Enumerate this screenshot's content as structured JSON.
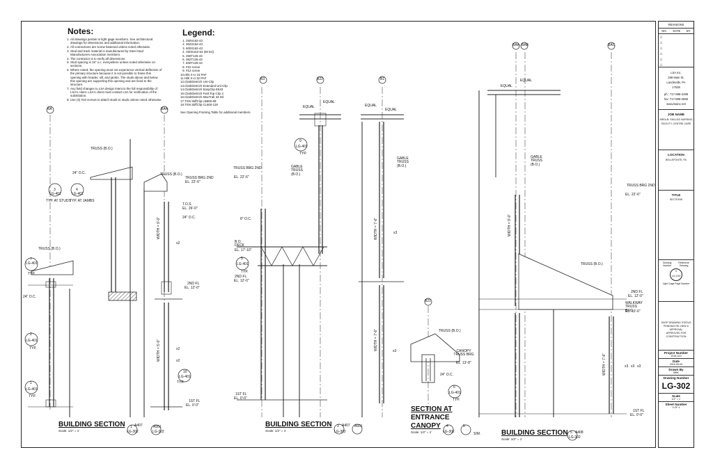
{
  "notes": {
    "heading": "Notes:",
    "items": [
      "All drawings pertain to light gage members. See architectural drawings for dimensions and additional information.",
      "All connections are screw fastened unless noted otherwise.",
      "Stud and track material is manufactured by Steel Stud Manufacturers Association members.",
      "The contractor is to verify all dimensions.",
      "Stud spacing is 16\" o.c. everywhere unless noted otherwise on sections.",
      "Where noted, the opening must not experience vertical deflection of the primary structure because it is not possible to frame this opening with header, sill, and jambs. The studs above and below this opening are supporting this opening and are fixed to the structure.",
      "Any field changes to LSA design intent is the full responsibility of LSA's client. LSA's client must contact LSA for verification of the substitution.",
      "Use (2) #10 screws to attach studs to studs unless noted otherwise."
    ]
  },
  "legend": {
    "heading": "Legend:",
    "items": [
      "250S162-43",
      "362S162-43",
      "600S162-43",
      "X00S162-54 (50 ksi)",
      "250T125-43",
      "362T125-43",
      "600T125-43",
      "#10 screw",
      "#12 screw",
      "10.Hilti X-U 16 PAF",
      "11.Hilti X-U 32 PAF",
      "12.ClarkDietrich Uni-Clip",
      "13.ClarkDietrich Extended Uni-Clip",
      "14.ClarkDietrich EasyClip E543",
      "15.ClarkDietrich Fast Top Clip 3",
      "16.ClarkDietrich MaxTrak 34 mil",
      "17.TSN StiffClip LB600-68",
      "18.TSN StiffClip CL600-118"
    ],
    "footer": "See Opening Framing Table for additional members."
  },
  "sections": [
    {
      "title": "BUILDING SECTION",
      "scale": "Scale: 1/2\" = 1'",
      "tag_num": "1",
      "tag_sheet": "LG-302",
      "refs": [
        "A407",
        "A501"
      ]
    },
    {
      "title": "BUILDING SECTION",
      "scale": "Scale: 1/2\" = 1'",
      "tag_num": "3",
      "tag_sheet": "LG-302",
      "refs": [
        "A407",
        "A501"
      ]
    },
    {
      "title_line1": "SECTION AT",
      "title_line2": "ENTRANCE",
      "title_line3": "CANOPY",
      "scale": "Scale: 1/2\" = 1'",
      "tag_num": "4",
      "tag_sheet": "LG-302",
      "refs": [
        "A502",
        "A502"
      ],
      "tag_num_b": "5",
      "sim": "SIM."
    },
    {
      "title": "BUILDING SECTION",
      "scale": "Scale: 1/2\" = 1'",
      "tag_num": "5",
      "tag_sheet": "LG-302",
      "refs": [
        "A408"
      ]
    }
  ],
  "labels": {
    "truss_bo": "TRUSS (B.O.)",
    "truss_brg_2nd": "TRUSS BRG 2ND",
    "el_22_6": "EL. 22'-6\"",
    "tos": "T.O.S.",
    "el_26_0": "EL. 26'-0\"",
    "o_c_24": "24\" O.C.",
    "o_c_8": "8\" O.C.",
    "typ_at_studs": "TYP. AT STUDS",
    "typ_at_jambs": "TYP. AT JAMBS",
    "typ": "TYP.",
    "second_fl": "2ND FL",
    "el_12_0": "EL. 12'-0\"",
    "first_fl": "1ST FL",
    "el_0_0": "EL. 0'-0\"",
    "bo_deck": "B.O. DECK",
    "el_17_10": "EL. 17'-10\"",
    "equal": "EQUAL",
    "gable_truss": "GABLE TRUSS (B.O.)",
    "canopy_truss_brg": "CANOPY TRUSS BRG",
    "el_13_8": "EL. 13'-8\"",
    "walkway_truss_brg": "WALKWAY TRUSS BRG",
    "el_10_6": "EL. 10'-6\"",
    "width_9": "WIDTH = 9'-0\"",
    "width_5": "WIDTH = 5'-0\"",
    "width_7_6": "WIDTH = 7'-6\"",
    "x2": "x2",
    "x3": "x3",
    "lg401": "LG-401",
    "lg302": "LG-302"
  },
  "grid_bubbles": [
    "BA",
    "BAA",
    "B3",
    "B22",
    "B1",
    "BAA",
    "BAB",
    "BAC",
    "B21"
  ],
  "title_block": {
    "revisions": "REVISIONS",
    "rev_cols": [
      "NO.",
      "DATE",
      "BY"
    ],
    "company": "LSA Inc.",
    "address1": "269 Main St.",
    "address2": "Landisville, PA",
    "zip": "17538",
    "phone": "ph.: 717-898-2499",
    "fax": "fax: 717-898-2669",
    "web": "www.lsainc.net",
    "job_name_label": "JOB NAME",
    "job_name": "AREA B: SKILLED NURSING FACILITY, CENTRE CARE",
    "location_label": "LOCATION",
    "location": "BELLEFONTE, PA",
    "title_label": "TITLE",
    "title": "SECTIONS",
    "key_drawing": "Drawing Number",
    "key_ref": "Reference Drawing",
    "key_num": "X",
    "key_sheet": "LG-XXX",
    "key_caption": "Light Gage Page Number",
    "status_label": "SHOP DRAWING STATUS",
    "status_1": "PENDING RE-VIEW & APPROVAL",
    "status_2": "APPROVED FOR CONSTRUCTION",
    "project_number_label": "Project Number",
    "project_number": "2016-013",
    "date_label": "Date",
    "date": "2016-05-09",
    "drawn_by_label": "Drawn By",
    "drawn_by": "MBK",
    "drawing_number_label": "Drawing Number",
    "drawing_number": "LG-302",
    "scale_label": "Scale",
    "scale": "1/2\" = 1'",
    "sheet_number_label": "Sheet Number",
    "sheet_number": "3 OF 4"
  }
}
